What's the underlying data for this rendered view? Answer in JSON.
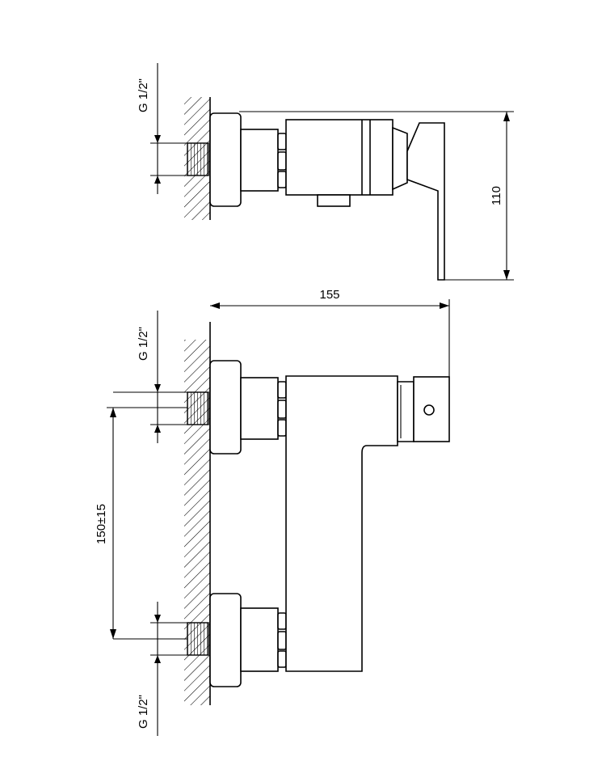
{
  "drawing": {
    "dim_width": "155",
    "dim_height": "110",
    "dim_spacing": "150±15",
    "thread_top_view": "G 1/2\"",
    "thread_upper_inlet": "G 1/2\"",
    "thread_lower_inlet": "G 1/2\""
  },
  "colors": {
    "line": "#000000",
    "background": "#ffffff"
  }
}
